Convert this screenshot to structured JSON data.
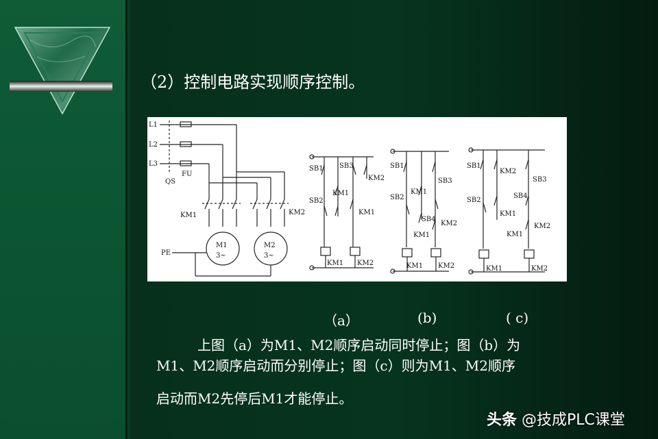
{
  "slide": {
    "heading": "（2）控制电路实现顺序控制。",
    "captions": [
      "（a）",
      "(b)",
      "( c)"
    ],
    "paragraph_lines": [
      "上图（a）为M1、M2顺序启动同时停止；图（b）为",
      "M1、M2顺序启动而分别停止；图（c）则为M1、M2顺序",
      "启动而M2先停后M1才能停止。"
    ]
  },
  "diagram_labels": {
    "main": {
      "l1": "L1",
      "l2": "L2",
      "l3": "L3",
      "qs": "QS",
      "fu": "FU",
      "km1": "KM1",
      "km2": "KM2",
      "pe": "PE",
      "m1": "M1",
      "m1_sub": "3~",
      "m2": "M2",
      "m2_sub": "3~"
    },
    "a": {
      "sb1": "SB1",
      "sb2": "SB2",
      "sb3": "SB3",
      "km1_hold": "KM1",
      "km1_il": "KM1",
      "km2_hold": "KM2",
      "coil1": "KM1",
      "coil2": "KM2"
    },
    "b": {
      "sb1": "SB1",
      "sb2": "SB2",
      "sb3": "SB3",
      "sb4": "SB4",
      "km1_hold": "KM1",
      "km1_il": "KM1",
      "km2_hold": "KM2",
      "coil1": "KM1",
      "coil2": "KM2"
    },
    "c": {
      "sb1": "SB1",
      "sb2": "SB2",
      "sb3": "SB3",
      "sb4": "SB4",
      "km2_par": "KM2",
      "km1_hold": "KM1",
      "km1_il": "KM1",
      "km2_hold": "KM2",
      "coil1": "KM1",
      "coil2": "KM2"
    }
  },
  "watermark": {
    "brand": "头条",
    "account": "@技成PLC课堂"
  },
  "colors": {
    "background": "#06341f",
    "panel": "#0c5532",
    "text": "#ffffff"
  }
}
